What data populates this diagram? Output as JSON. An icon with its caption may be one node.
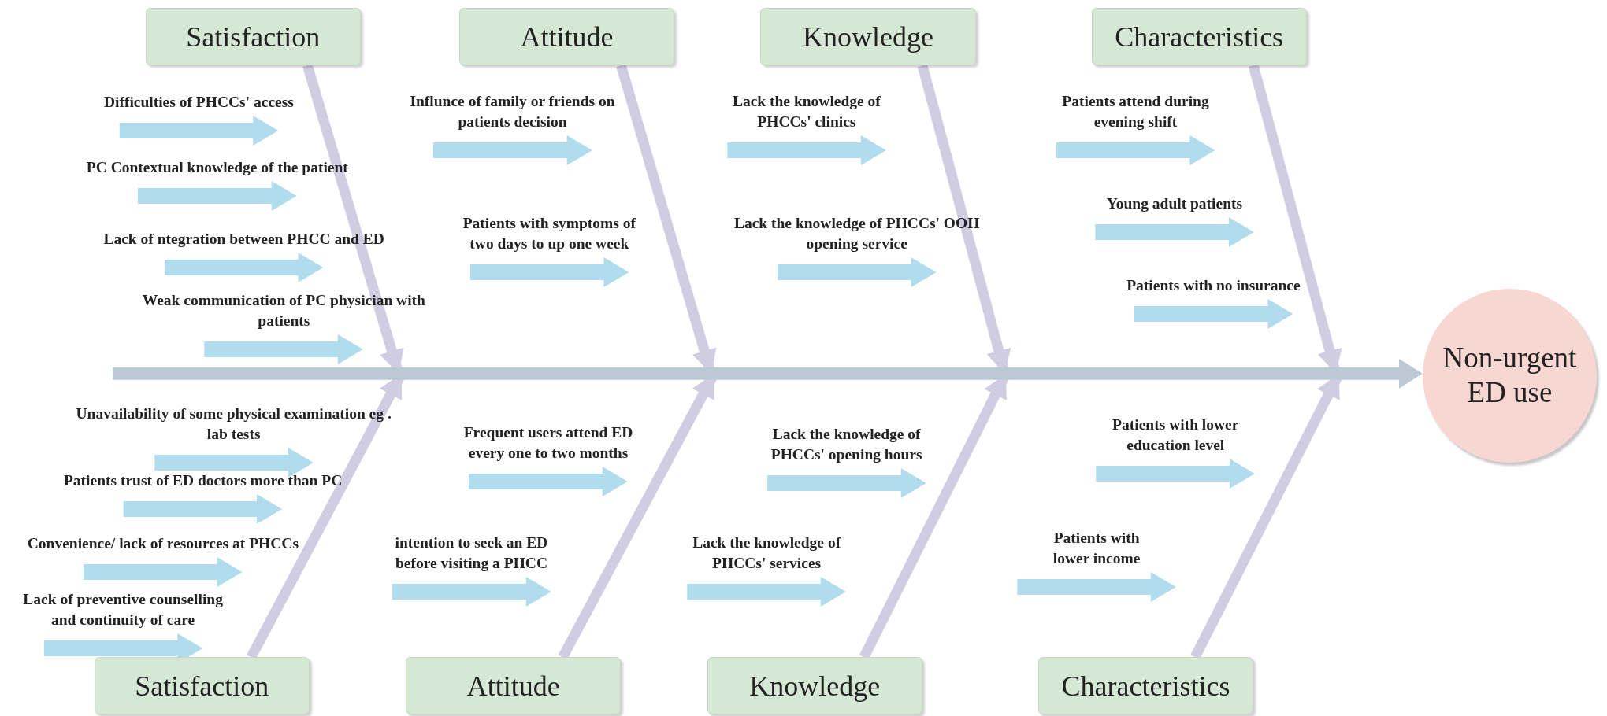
{
  "diagram": {
    "nodes": [
      {
        "text": [
          "Satisfaction"
        ]
      },
      {
        "text": [
          "Attitude"
        ]
      },
      {
        "text": [
          "Knowledge"
        ]
      },
      {
        "text": [
          "Characteristics"
        ]
      },
      {
        "text": [
          "Difficulties of PHCCs' access"
        ]
      },
      {
        "text": [
          "PC Contextual knowledge of the patient"
        ]
      },
      {
        "text": [
          "Lack of ntegration between PHCC and ED"
        ]
      },
      {
        "text": [
          "Weak communication of PC physician with patients"
        ]
      },
      {
        "text": [
          "Influnce of family or friends on patients decision"
        ]
      },
      {
        "text": [
          "Patients with symptoms of two days to up one week"
        ]
      },
      {
        "text": [
          "Lack the knowledge of PHCCs' clinics"
        ]
      },
      {
        "text": [
          "Lack the knowledge of PHCCs' OOH opening service"
        ]
      },
      {
        "text": [
          "Patients attend during evening shift"
        ]
      },
      {
        "text": [
          "Young adult patients"
        ]
      },
      {
        "text": [
          "Patients with no insurance"
        ]
      },
      {
        "text": [
          "Non-urgent ED use"
        ]
      },
      {
        "text": [
          "Unavailability of some physical examination eg . lab tests"
        ]
      },
      {
        "text": [
          "Patients trust of ED doctors more than PC"
        ]
      },
      {
        "text": [
          "Convenience/ lack of resources at PHCCs"
        ]
      },
      {
        "text": [
          "Lack of preventive counselling and continuity of care"
        ]
      },
      {
        "text": [
          "Frequent users attend ED every one to two months"
        ]
      },
      {
        "text": [
          "intention to seek an ED before visiting a PHCC"
        ]
      },
      {
        "text": [
          "Lack the knowledge of PHCCs' opening hours"
        ]
      },
      {
        "text": [
          "Lack the knowledge of PHCCs' services"
        ]
      },
      {
        "text": [
          "Patients with lower education level"
        ]
      },
      {
        "text": [
          "Patients with lower income"
        ]
      },
      {
        "text": [
          "Satisfaction"
        ]
      },
      {
        "text": [
          "Attitude"
        ]
      },
      {
        "text": [
          "Knowledge"
        ]
      },
      {
        "text": [
          "Characteristics"
        ]
      }
    ],
    "edges": [
      {
        "from": 0,
        "to": 15,
        "arrow": "to"
      },
      {
        "from": 1,
        "to": 15,
        "arrow": "to"
      },
      {
        "from": 2,
        "to": 15,
        "arrow": "to"
      },
      {
        "from": 3,
        "to": 15,
        "arrow": "to"
      },
      {
        "from": 26,
        "to": 15,
        "arrow": "to"
      },
      {
        "from": 27,
        "to": 15,
        "arrow": "to"
      },
      {
        "from": 28,
        "to": 15,
        "arrow": "to"
      },
      {
        "from": 29,
        "to": 15,
        "arrow": "to"
      }
    ]
  }
}
